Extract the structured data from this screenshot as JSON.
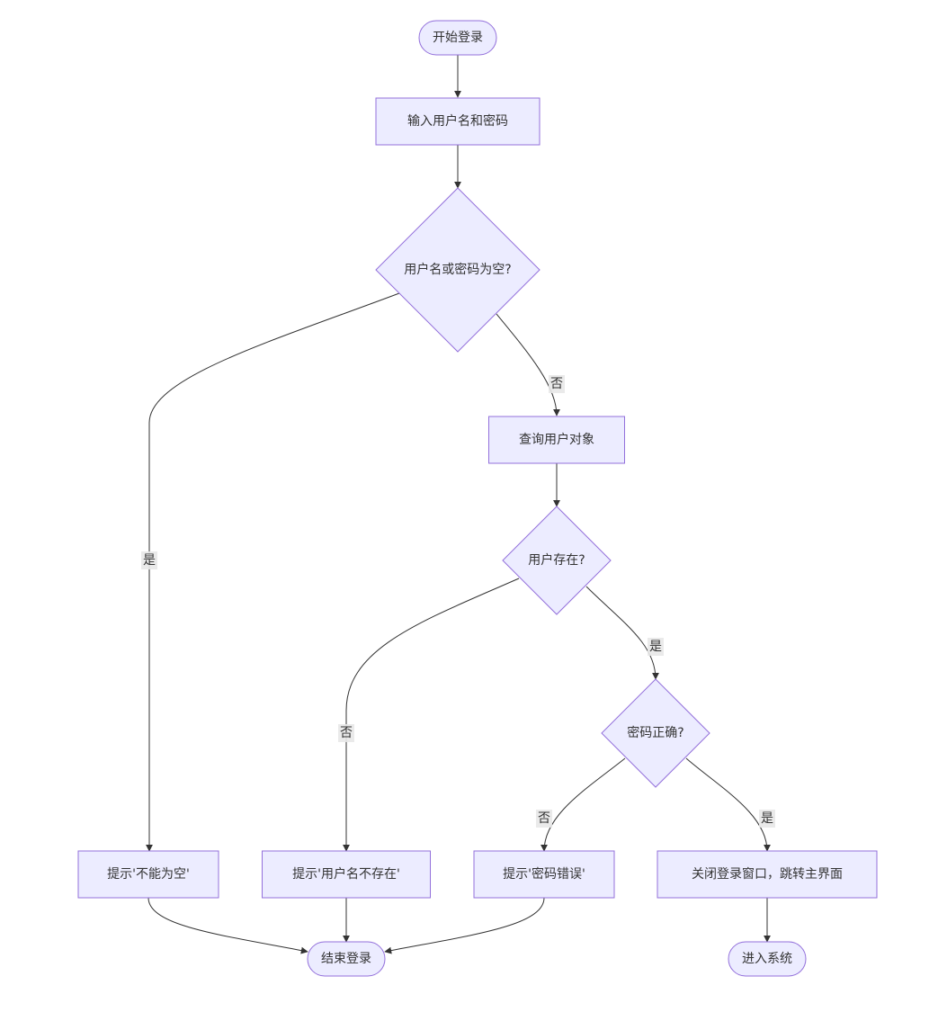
{
  "colors": {
    "node_fill": "#ECECFF",
    "node_stroke": "#9370DB",
    "edge_stroke": "#333333",
    "text": "#333333",
    "label_bg": "#E8E8E8"
  },
  "nodes": {
    "start": {
      "label": "开始登录",
      "shape": "stadium"
    },
    "input": {
      "label": "输入用户名和密码",
      "shape": "rect"
    },
    "check_empty": {
      "label": "用户名或密码为空?",
      "shape": "diamond"
    },
    "query_user": {
      "label": "查询用户对象",
      "shape": "rect"
    },
    "user_exists": {
      "label": "用户存在?",
      "shape": "diamond"
    },
    "pwd_correct": {
      "label": "密码正确?",
      "shape": "diamond"
    },
    "msg_empty": {
      "label": "提示'不能为空'",
      "shape": "rect"
    },
    "msg_no_user": {
      "label": "提示'用户名不存在'",
      "shape": "rect"
    },
    "msg_wrong_pwd": {
      "label": "提示'密码错误'",
      "shape": "rect"
    },
    "close_login": {
      "label": "关闭登录窗口，跳转主界面",
      "shape": "rect"
    },
    "end_login": {
      "label": "结束登录",
      "shape": "stadium"
    },
    "enter_system": {
      "label": "进入系统",
      "shape": "stadium"
    }
  },
  "edges": {
    "start_input": {
      "from": "start",
      "to": "input",
      "label": ""
    },
    "input_check": {
      "from": "input",
      "to": "check_empty",
      "label": ""
    },
    "check_yes": {
      "from": "check_empty",
      "to": "msg_empty",
      "label": "是"
    },
    "check_no": {
      "from": "check_empty",
      "to": "query_user",
      "label": "否"
    },
    "query_exists": {
      "from": "query_user",
      "to": "user_exists",
      "label": ""
    },
    "exists_no": {
      "from": "user_exists",
      "to": "msg_no_user",
      "label": "否"
    },
    "exists_yes": {
      "from": "user_exists",
      "to": "pwd_correct",
      "label": "是"
    },
    "pwd_no": {
      "from": "pwd_correct",
      "to": "msg_wrong_pwd",
      "label": "否"
    },
    "pwd_yes": {
      "from": "pwd_correct",
      "to": "close_login",
      "label": "是"
    },
    "empty_end": {
      "from": "msg_empty",
      "to": "end_login",
      "label": ""
    },
    "nouser_end": {
      "from": "msg_no_user",
      "to": "end_login",
      "label": ""
    },
    "wrongpwd_end": {
      "from": "msg_wrong_pwd",
      "to": "end_login",
      "label": ""
    },
    "close_enter": {
      "from": "close_login",
      "to": "enter_system",
      "label": ""
    }
  }
}
